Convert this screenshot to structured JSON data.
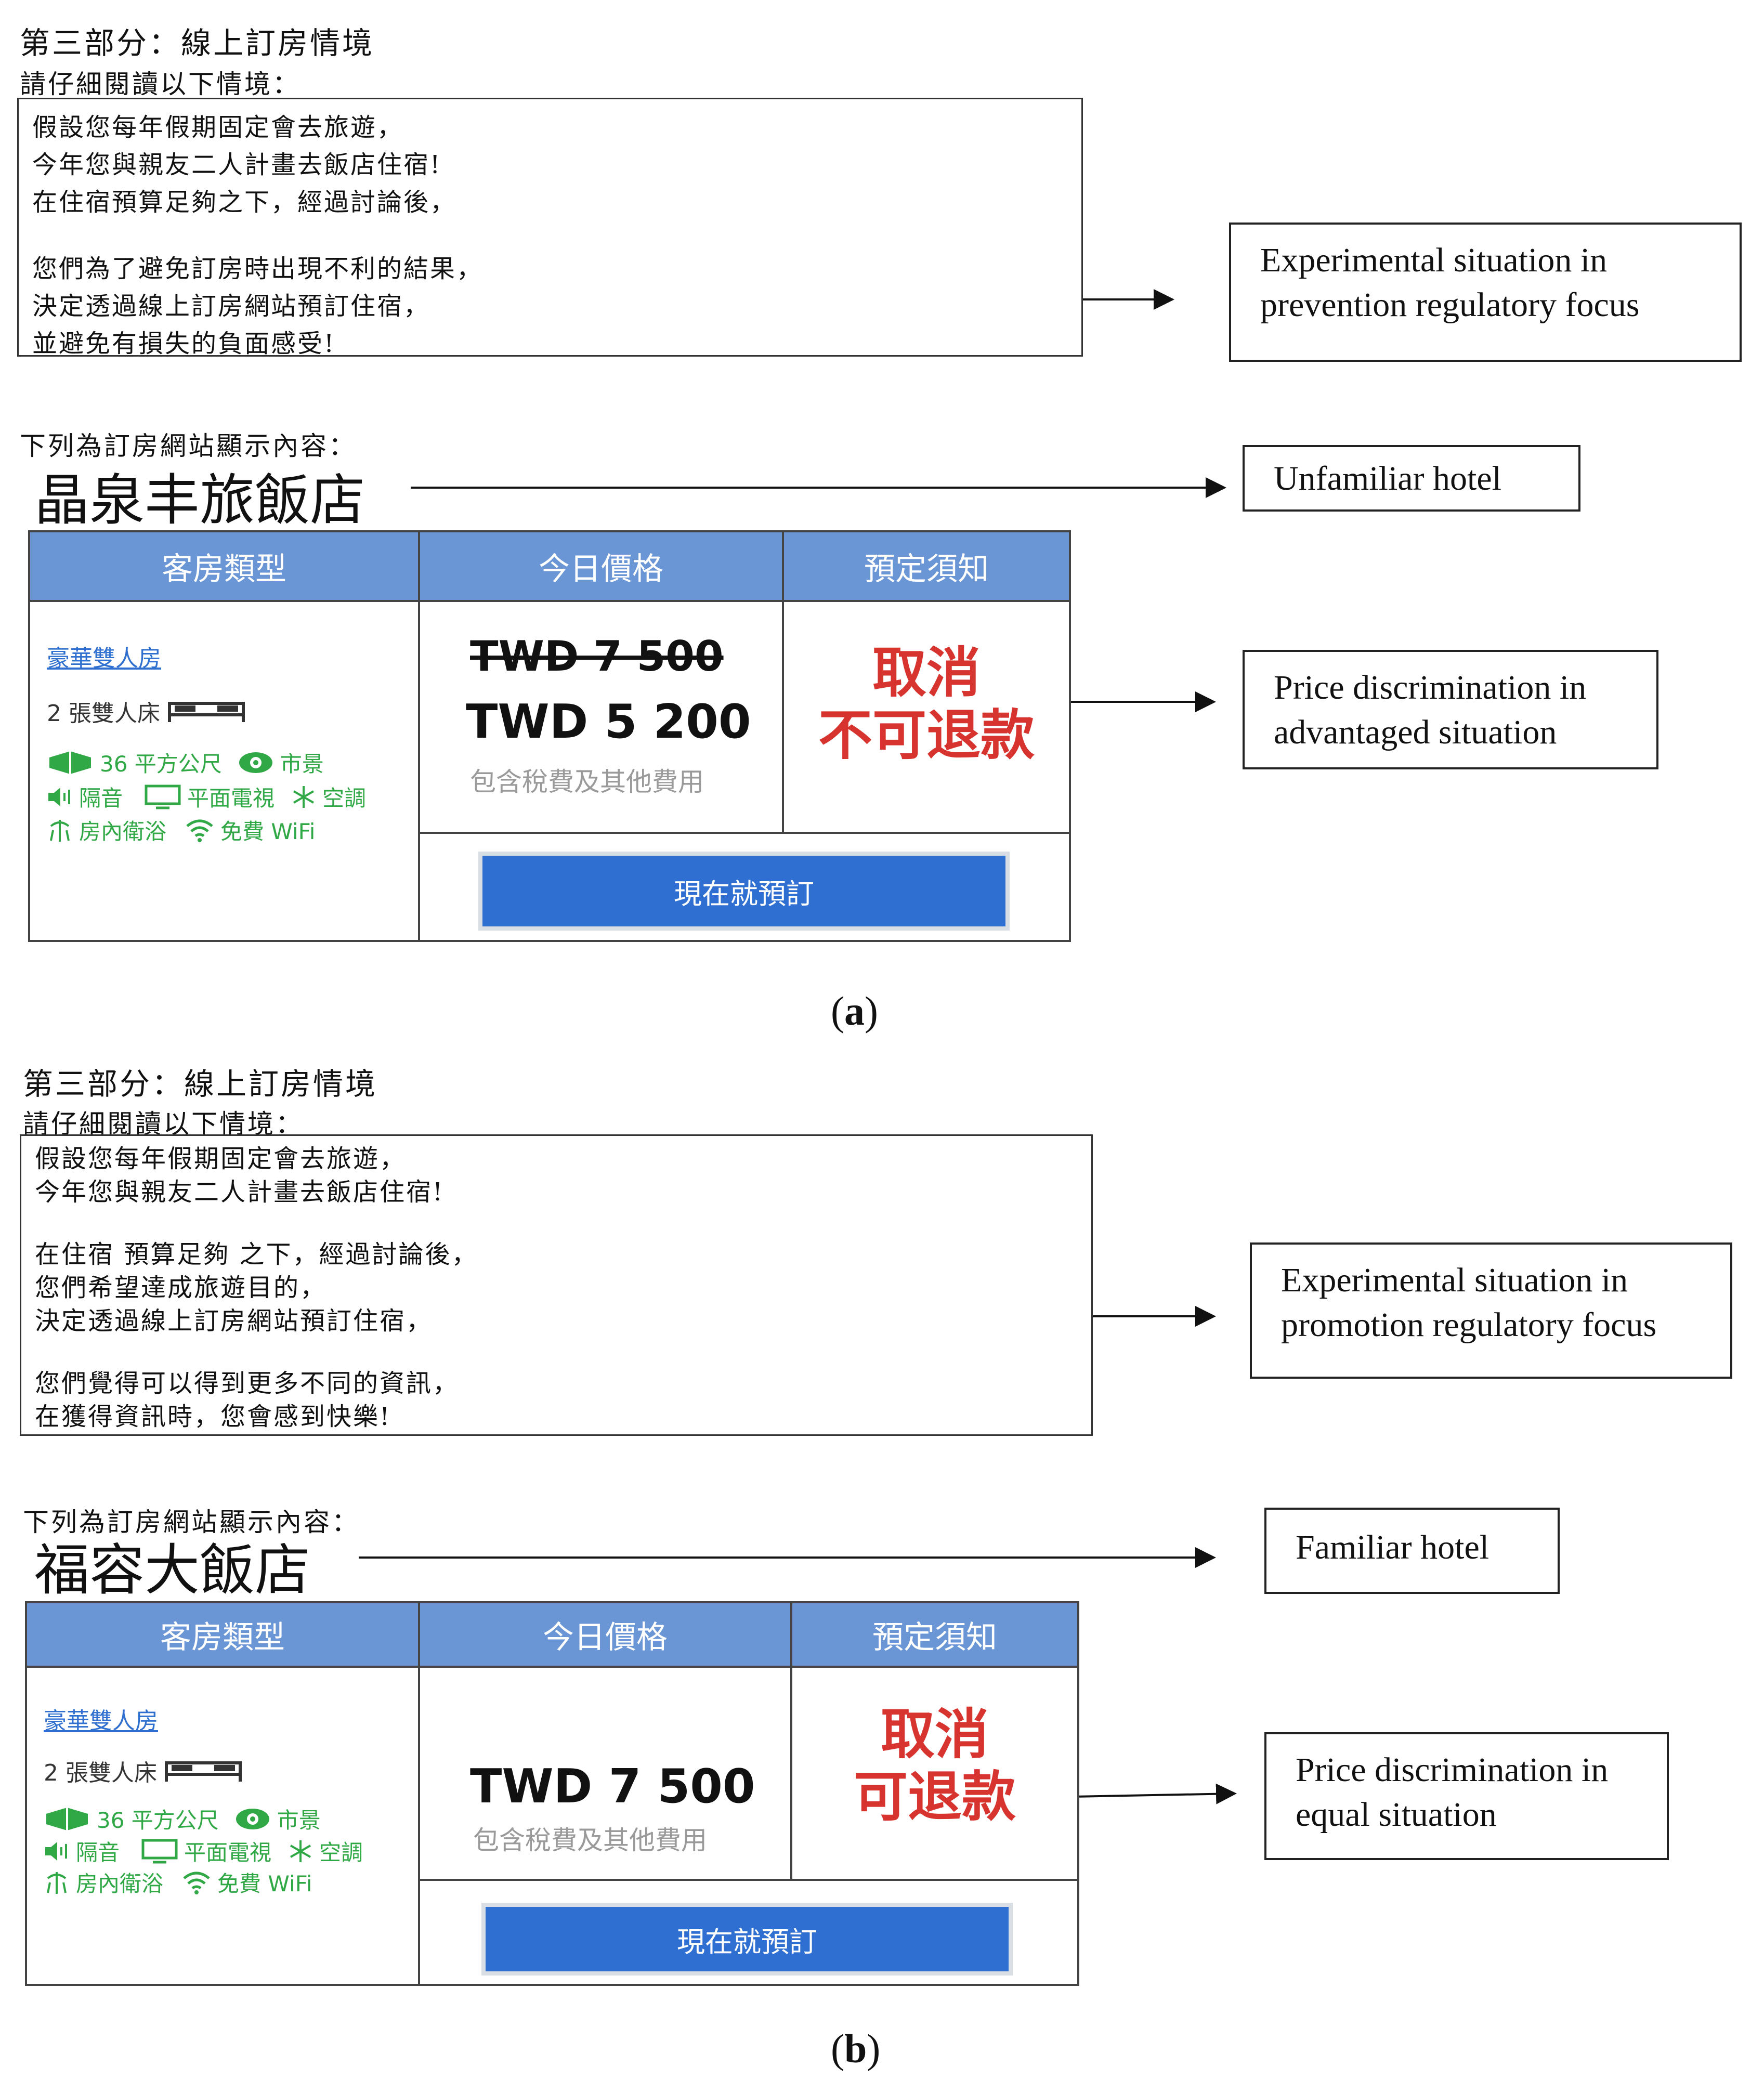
{
  "panels": [
    {
      "section_title": "第三部分：線上訂房情境",
      "section_subtitle": "請仔細閱讀以下情境：",
      "scenario_lines": [
        "假設您每年假期固定會去旅遊，",
        "今年您與親友二人計畫去飯店住宿!",
        "在住宿預算足夠之下，經過討論後，",
        "",
        "您們為了避免訂房時出現不利的結果，",
        "決定透過線上訂房網站預訂住宿，",
        "並避免有損失的負面感受!"
      ],
      "scenario_annotation": [
        "Experimental situation in",
        "prevention regulatory focus"
      ],
      "site_intro": "下列為訂房網站顯示內容：",
      "hotel_name": "晶泉丰旅飯店",
      "hotel_annotation": [
        "Unfamiliar hotel"
      ],
      "table_headers": [
        "客房類型",
        "今日價格",
        "預定須知"
      ],
      "room_type": "豪華雙人房",
      "bed": "2 張雙人床",
      "amenities": {
        "size": "36 平方公尺",
        "view": "市景",
        "soundproof": "隔音",
        "tv": "平面電視",
        "aircon": "空調",
        "bath": "房內衛浴",
        "wifi": "免費 WiFi"
      },
      "old_price": "TWD 7 500",
      "price": "TWD 5 200",
      "tax_note": "包含稅費及其他費用",
      "policy_line1": "取消",
      "policy_line2": "不可退款",
      "price_annotation": [
        "Price discrimination in",
        "advantaged situation"
      ],
      "book_button": "現在就預訂",
      "caption_letter": "a"
    },
    {
      "section_title": "第三部分：線上訂房情境",
      "section_subtitle": "請仔細閱讀以下情境：",
      "scenario_lines": [
        "假設您每年假期固定會去旅遊，",
        "今年您與親友二人計畫去飯店住宿!",
        "",
        "在住宿 預算足夠 之下，經過討論後，",
        "您們希望達成旅遊目的，",
        "決定透過線上訂房網站預訂住宿，",
        "",
        "您們覺得可以得到更多不同的資訊，",
        "在獲得資訊時，您會感到快樂!"
      ],
      "scenario_annotation": [
        "Experimental situation in",
        "promotion regulatory focus"
      ],
      "site_intro": "下列為訂房網站顯示內容：",
      "hotel_name": "福容大飯店",
      "hotel_annotation": [
        "Familiar hotel"
      ],
      "table_headers": [
        "客房類型",
        "今日價格",
        "預定須知"
      ],
      "room_type": "豪華雙人房",
      "bed": "2 張雙人床",
      "amenities": {
        "size": "36 平方公尺",
        "view": "市景",
        "soundproof": "隔音",
        "tv": "平面電視",
        "aircon": "空調",
        "bath": "房內衛浴",
        "wifi": "免費 WiFi"
      },
      "price": "TWD 7 500",
      "tax_note": "包含稅費及其他費用",
      "policy_line1": "取消",
      "policy_line2": "可退款",
      "price_annotation": [
        "Price discrimination in",
        "equal situation"
      ],
      "book_button": "現在就預訂",
      "caption_letter": "b"
    }
  ],
  "colors": {
    "header_blue": "#6b96d6",
    "button_blue": "#2f6fd1",
    "amenity_green": "#2fa845",
    "policy_red": "#d8342f",
    "link_blue": "#2e6fcf"
  }
}
